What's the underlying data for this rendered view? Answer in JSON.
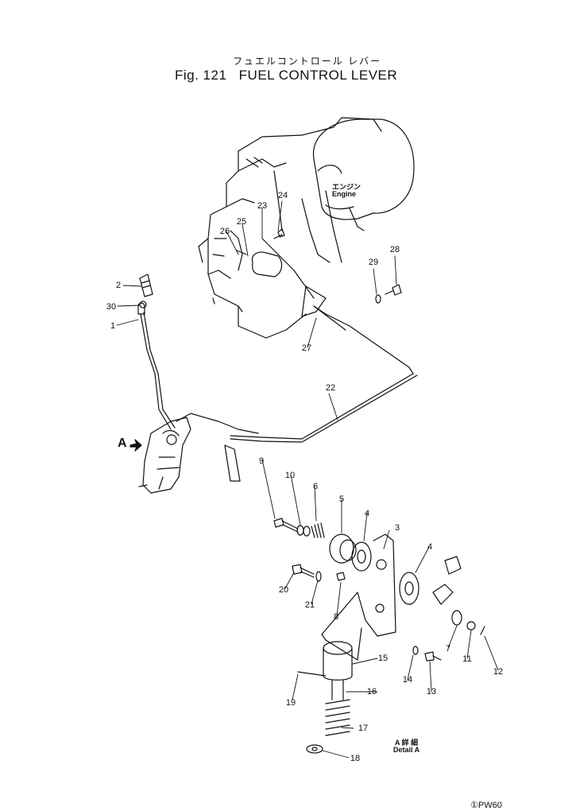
{
  "title": {
    "japanese": "フュエルコントロール レバー",
    "fig_number": "Fig. 121",
    "name": "FUEL CONTROL LEVER"
  },
  "engine_label": {
    "japanese": "エンジン",
    "english": "Engine"
  },
  "view_marker": "A",
  "detail_note": {
    "japanese": "A 詳 細",
    "english": "Detail A"
  },
  "footer_code": "PW60",
  "footer_mark": "①",
  "callouts": [
    "1",
    "2",
    "3",
    "4",
    "4",
    "5",
    "6",
    "7",
    "8",
    "9",
    "10",
    "11",
    "12",
    "13",
    "14",
    "15",
    "16",
    "17",
    "18",
    "19",
    "20",
    "21",
    "22",
    "23",
    "24",
    "25",
    "26",
    "27",
    "28",
    "29",
    "30"
  ],
  "colors": {
    "ink": "#111111",
    "paper": "#ffffff"
  }
}
